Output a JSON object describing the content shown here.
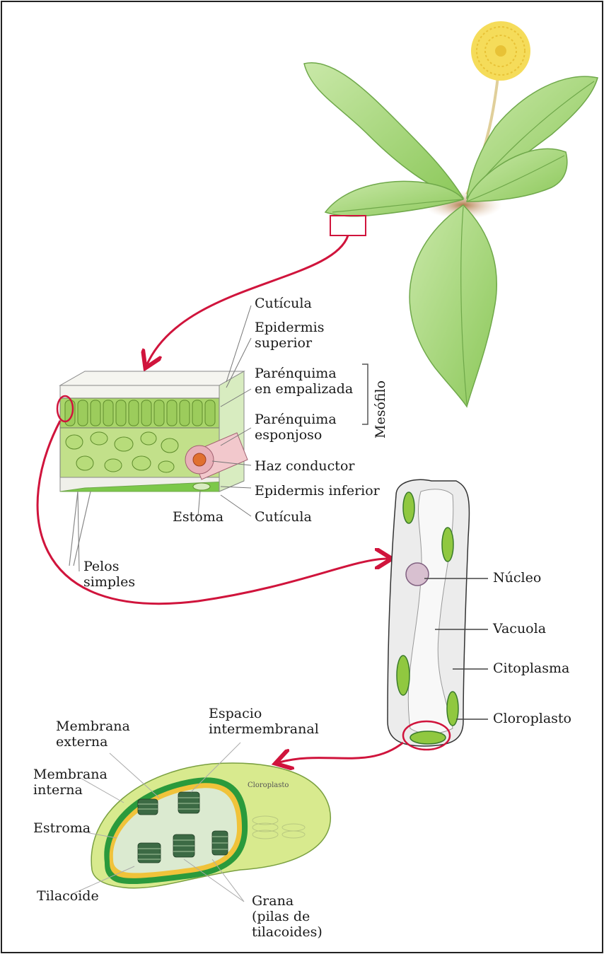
{
  "leaf_section": {
    "cuticula_sup": "Cutícula",
    "epidermis_sup": "Epidermis\nsuperior",
    "empalizada": "Parénquima\nen empalizada",
    "esponjoso": "Parénquima\nesponjoso",
    "mesofilo": "Mesófilo",
    "haz": "Haz conductor",
    "epidermis_inf": "Epidermis inferior",
    "estoma": "Estoma",
    "cuticula_inf": "Cutícula",
    "pelos": "Pelos\nsimples"
  },
  "cell": {
    "nucleo": "Núcleo",
    "vacuola": "Vacuola",
    "citoplasma": "Citoplasma",
    "cloroplasto": "Cloroplasto"
  },
  "chloroplast": {
    "espacio": "Espacio\nintermembranal",
    "membrana_externa": "Membrana\nexterna",
    "membrana_interna": "Membrana\ninterna",
    "estroma": "Estroma",
    "tilacoide": "Tilacoide",
    "grana": "Grana\n(pilas de\ntilacoides)",
    "inner_label": "Cloroplasto"
  },
  "colors": {
    "leaf_green": "#8cc85a",
    "leaf_light": "#c9e8a8",
    "arrow_red": "#d0143c",
    "cell_gray": "#ececec",
    "chloro_outer": "#d8ea8e",
    "membrane_green": "#2a9a3c",
    "membrane_yellow": "#f0c33a",
    "flower_yellow": "#f5dc5a"
  }
}
